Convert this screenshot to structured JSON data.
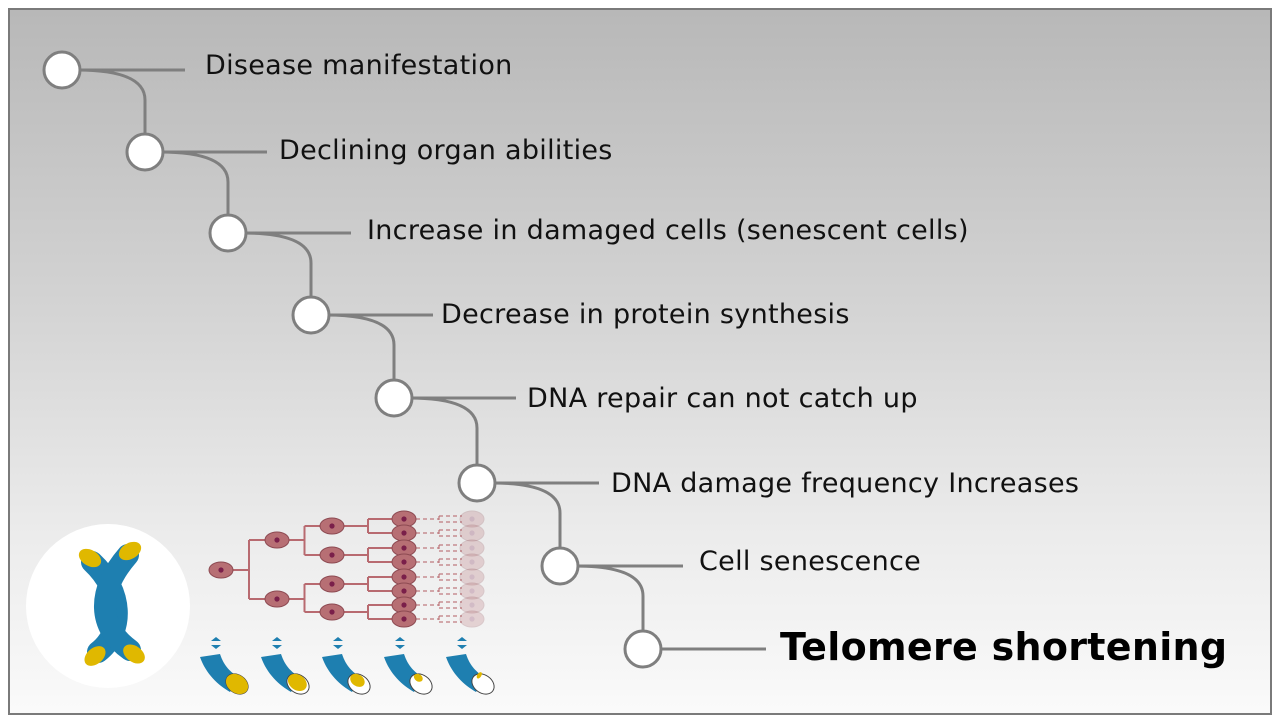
{
  "colors": {
    "connector": "#7f7f7f",
    "node_fill": "#ffffff",
    "chromosome_arm": "#1e7fb0",
    "telomere_cap": "#e0b800",
    "cell_fill": "#b76f74",
    "cell_nucleus": "#7a1f4a",
    "lineage_line": "#b86a70"
  },
  "steps": [
    {
      "label": "Disease manifestation"
    },
    {
      "label": "Declining organ abilities"
    },
    {
      "label": "Increase in damaged cells (senescent cells)"
    },
    {
      "label": "Decrease in protein synthesis"
    },
    {
      "label": "DNA repair can not catch up"
    },
    {
      "label": "DNA damage frequency Increases"
    },
    {
      "label": "Cell senescence"
    },
    {
      "label": "Telomere shortening",
      "emphasis": true
    }
  ],
  "telomere_series": [
    {
      "cap_fraction": 1.0
    },
    {
      "cap_fraction": 0.85
    },
    {
      "cap_fraction": 0.65
    },
    {
      "cap_fraction": 0.4
    },
    {
      "cap_fraction": 0.15
    }
  ]
}
